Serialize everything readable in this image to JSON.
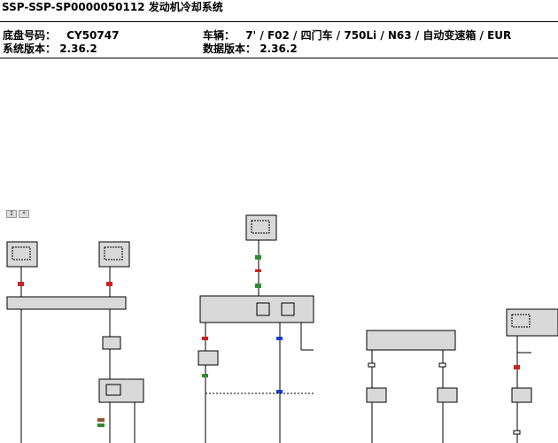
{
  "document": {
    "title": "SSP-SSP-SP0000050112 发动机冷却系统"
  },
  "info": {
    "chassis_label": "底盘号码：",
    "chassis_value": "CY50747",
    "system_version_label": "系统版本：",
    "system_version_value": "2.36.2",
    "vehicle_label": "车辆：",
    "vehicle_value": "7' / F02 / 四门车 / 750Li / N63 / 自动变速箱 / EUR",
    "data_version_label": "数据版本：",
    "data_version_value": "2.36.2"
  },
  "toolbar": {
    "button1": "I",
    "button2": "*"
  },
  "colors": {
    "wire": "#000000",
    "component_fill": "#d9d9d9",
    "connector_red": "#cc2222",
    "connector_green": "#2e8b2e",
    "connector_blue": "#1a3fcc",
    "connector_brown": "#8b5a2b"
  }
}
